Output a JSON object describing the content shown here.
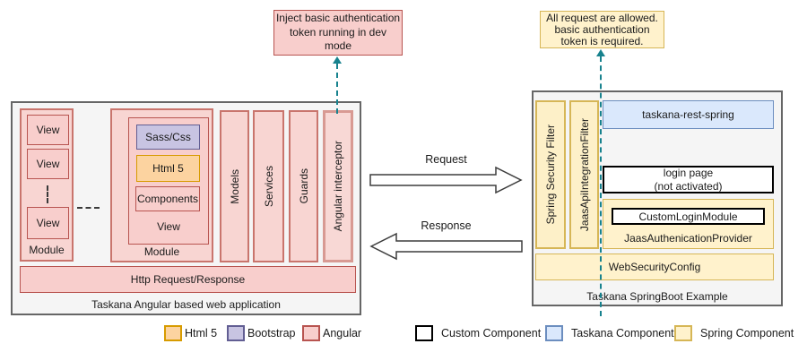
{
  "left_app": {
    "title": "Taskana Angular based web application",
    "module1": {
      "label": "Module",
      "views": [
        "View",
        "View",
        "View"
      ]
    },
    "module2": {
      "label": "Module",
      "view": {
        "label": "View",
        "sass": "Sass/Css",
        "html": "Html 5",
        "components": "Components"
      }
    },
    "columns": [
      "Models",
      "Services",
      "Guards",
      "Angular interceptor"
    ],
    "http_bar": "Http Request/Response"
  },
  "right_app": {
    "title": "Taskana SpringBoot Example",
    "filters": [
      "Spring Security Filter",
      "JaasApiIntegrationFilter"
    ],
    "taskana_rest_spring": "taskana-rest-spring",
    "login_page": {
      "lines": [
        "login page",
        "(not activated)"
      ]
    },
    "jaas_provider": {
      "label": "JaasAuthenicationProvider",
      "custom_login_module": "CustomLoginModule"
    },
    "web_security_config": "WebSecurityConfig"
  },
  "callouts": {
    "dev_mode": {
      "lines": [
        "Inject basic authentication",
        "token running in dev",
        "mode"
      ]
    },
    "all_requests": {
      "lines": [
        "All request are allowed.",
        "basic authentication",
        "token is required."
      ]
    }
  },
  "flow": {
    "request": "Request",
    "response": "Response"
  },
  "legend": {
    "items": [
      {
        "label": "Html 5",
        "fill": "#fcd3a0",
        "border": "#d79b00"
      },
      {
        "label": "Bootstrap",
        "fill": "#c8c4e2",
        "border": "#625e93"
      },
      {
        "label": "Angular",
        "fill": "#f8cecc",
        "border": "#b85450"
      },
      {
        "label": "Custom Component",
        "fill": "#ffffff",
        "border": "#000000"
      },
      {
        "label": "Taskana Component",
        "fill": "#dae8fc",
        "border": "#6c8ebf"
      },
      {
        "label": "Spring Component",
        "fill": "#fff2cc",
        "border": "#d6b656"
      }
    ]
  },
  "colors": {
    "angular_fill": "#f8cecc",
    "angular_border": "#b85450",
    "html5_fill": "#fcd3a0",
    "html5_border": "#d79b00",
    "bootstrap_fill": "#c8c4e2",
    "bootstrap_border": "#625e93",
    "spring_fill": "#fff2cc",
    "spring_border": "#d6b656",
    "taskana_fill": "#dae8fc",
    "taskana_border": "#6c8ebf",
    "container_fill": "#f5f5f5",
    "container_border": "#666666",
    "dashed_arrow": "#17828e"
  }
}
